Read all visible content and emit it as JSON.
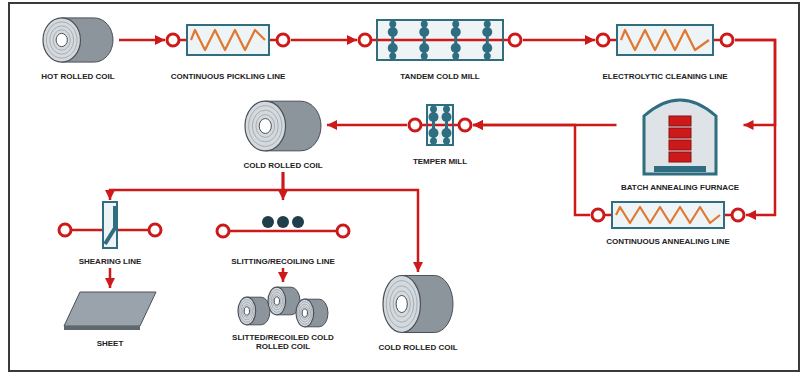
{
  "diagram": {
    "nodes": [
      {
        "text": [
          "HOT ROLLED COIL"
        ]
      },
      {
        "text": [
          "CONTINUOUS PICKLING LINE"
        ]
      },
      {
        "text": [
          "TANDEM COLD MILL"
        ]
      },
      {
        "text": [
          "ELECTROLYTIC CLEANING LINE"
        ]
      },
      {
        "text": [
          "BATCH ANNEALING FURNACE"
        ]
      },
      {
        "text": [
          "CONTINUOUS ANNEALING LINE"
        ]
      },
      {
        "text": [
          "TEMPER MILL"
        ]
      },
      {
        "text": [
          "COLD ROLLED COIL"
        ]
      },
      {
        "text": [
          "SHEARING LINE"
        ]
      },
      {
        "text": [
          "SLITTING/RECOILING LINE"
        ]
      },
      {
        "text": [
          "SHEET"
        ]
      },
      {
        "text": [
          "SLITTED/RECOILED COLD ROLLED COIL"
        ]
      },
      {
        "text": [
          "COLD ROLLED COIL"
        ]
      }
    ],
    "edges": [
      {
        "from": 0,
        "to": 1,
        "arrow": "to"
      },
      {
        "from": 1,
        "to": 2,
        "arrow": "to"
      },
      {
        "from": 2,
        "to": 3,
        "arrow": "to"
      },
      {
        "from": 3,
        "to": 4,
        "arrow": "to"
      },
      {
        "from": 3,
        "to": 5,
        "arrow": "to"
      },
      {
        "from": 4,
        "to": 6,
        "arrow": "to"
      },
      {
        "from": 5,
        "to": 6,
        "arrow": "to"
      },
      {
        "from": 6,
        "to": 7,
        "arrow": "to"
      },
      {
        "from": 7,
        "to": 8,
        "arrow": "to"
      },
      {
        "from": 7,
        "to": 9,
        "arrow": "to"
      },
      {
        "from": 7,
        "to": 12,
        "arrow": "to"
      },
      {
        "from": 8,
        "to": 10,
        "arrow": "to"
      },
      {
        "from": 9,
        "to": 11,
        "arrow": "to"
      }
    ]
  }
}
